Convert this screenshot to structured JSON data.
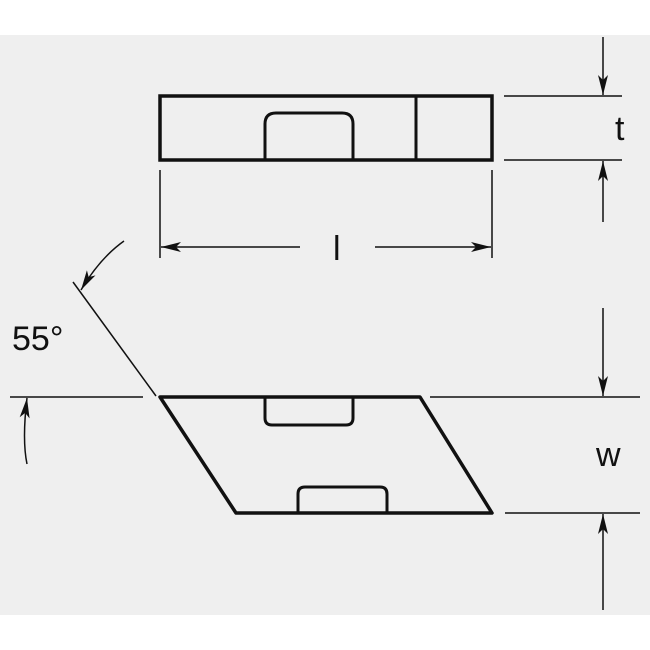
{
  "labels": {
    "thickness": "t",
    "length": "l",
    "width": "w",
    "angle": "55°"
  },
  "colors": {
    "background": "#efefef",
    "stroke": "#111111"
  }
}
